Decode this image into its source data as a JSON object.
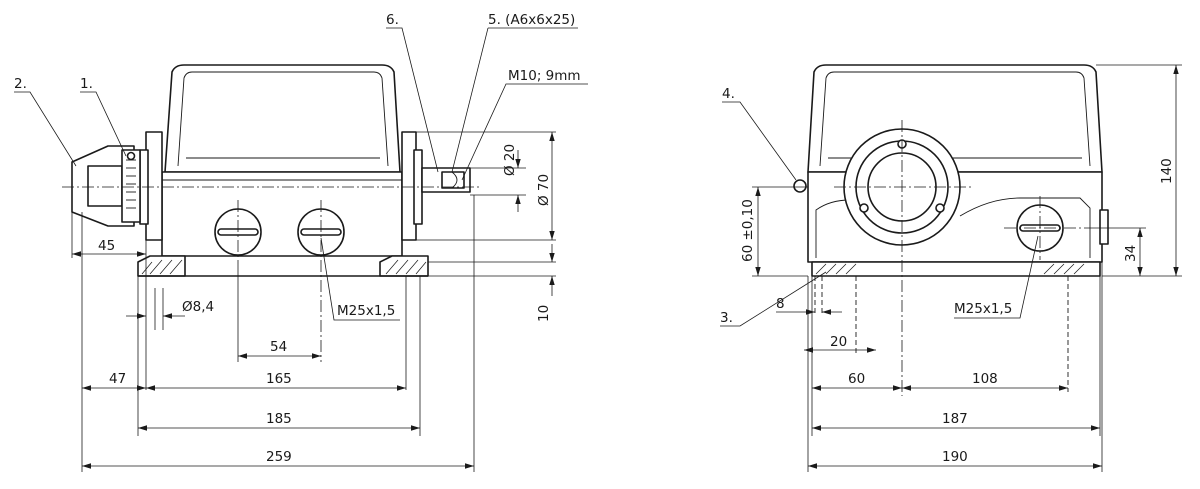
{
  "callouts": {
    "c1": "1.",
    "c2": "2.",
    "c3": "3.",
    "c4": "4.",
    "c5": "5. (A6x6x25)",
    "c6": "6."
  },
  "notes": {
    "thread_m10": "M10; 9mm",
    "thread_m25_left": "M25x1,5",
    "thread_m25_right": "M25x1,5"
  },
  "dimensions": {
    "d20": "Ø 20",
    "d70": "Ø 70",
    "h10": "10",
    "d45": "45",
    "d8_4": "Ø8,4",
    "d54": "54",
    "d47": "47",
    "d165": "165",
    "d185": "185",
    "d259": "259",
    "h60": "60 ±0,10",
    "h140": "140",
    "h34": "34",
    "d8": "8",
    "d20b": "20",
    "d60": "60",
    "d108": "108",
    "d187": "187",
    "d190": "190"
  },
  "colors": {
    "ink": "#1a1a1a",
    "paper": "#ffffff"
  }
}
